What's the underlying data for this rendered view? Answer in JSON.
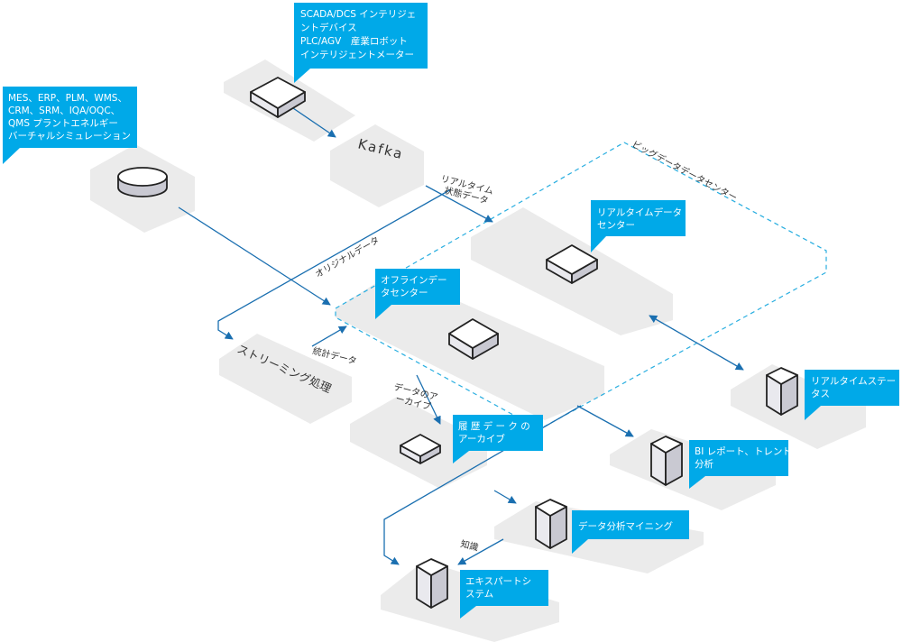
{
  "sources": {
    "field_devices": [
      "SCADA/DCS インテリジェ",
      "ントデバイス",
      "PLC/AGV　産業ロボット",
      "インテリジェントメーター"
    ],
    "enterprise_systems": [
      "MES、ERP、PLM、WMS、",
      "CRM、SRM、IQA/OQC、",
      "QMS プラントエネルギー",
      "バーチャルシミュレーション"
    ]
  },
  "kafka": "Kafka",
  "streaming": "ストリーミング処理",
  "big_data_center": "ビッグデータデータセンター",
  "realtime_center": [
    "リアルタイムデータ",
    "センター"
  ],
  "offline_center": [
    "オフラインデー",
    "タセンター"
  ],
  "archive_callout": [
    "履 歴 デ ー ク の",
    "アーカイブ"
  ],
  "realtime_status": [
    "リアルタイムステー",
    "タス"
  ],
  "bi_report": [
    "BI レポート、トレンド",
    "分析"
  ],
  "data_mining": "データ分析マイニング",
  "expert_system": [
    "エキスパートシ",
    "ステム"
  ],
  "edge_labels": {
    "realtime_state_data": [
      "リアルタイム",
      "状態データ"
    ],
    "original_data": "オリジナルデータ",
    "statistics_data": "統計データ",
    "data_archive": [
      "データのア",
      "ーカイブ"
    ],
    "knowledge": "知識"
  },
  "colors": {
    "callout": "#00a9e8",
    "flow": "#1a6fb0",
    "plate": "#ebebeb",
    "dashed": "#29aee0"
  }
}
